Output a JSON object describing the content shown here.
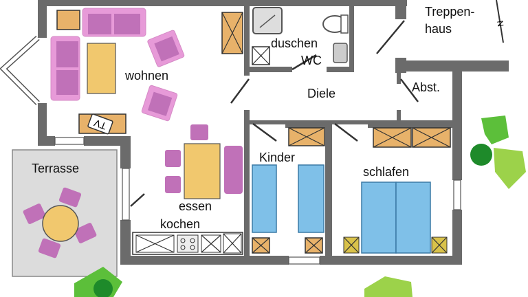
{
  "plan": {
    "rooms": {
      "wohnen": "wohnen",
      "duschen": "duschen",
      "wc": "WC",
      "treppen1": "Treppen-",
      "treppen2": "haus",
      "diele": "Diele",
      "abst": "Abst.",
      "kinder": "Kinder",
      "schlafen": "schlafen",
      "essen": "essen",
      "kochen": "kochen",
      "terrasse": "Terrasse"
    },
    "tv_label": "TV",
    "north_label": "N",
    "colors": {
      "wall": "#6b6b6b",
      "sofa": "#e79ad8",
      "wood": "#e8b26a",
      "table": "#f1c86e",
      "bed": "#7fc0e8",
      "plant": "#4caf3a"
    }
  }
}
